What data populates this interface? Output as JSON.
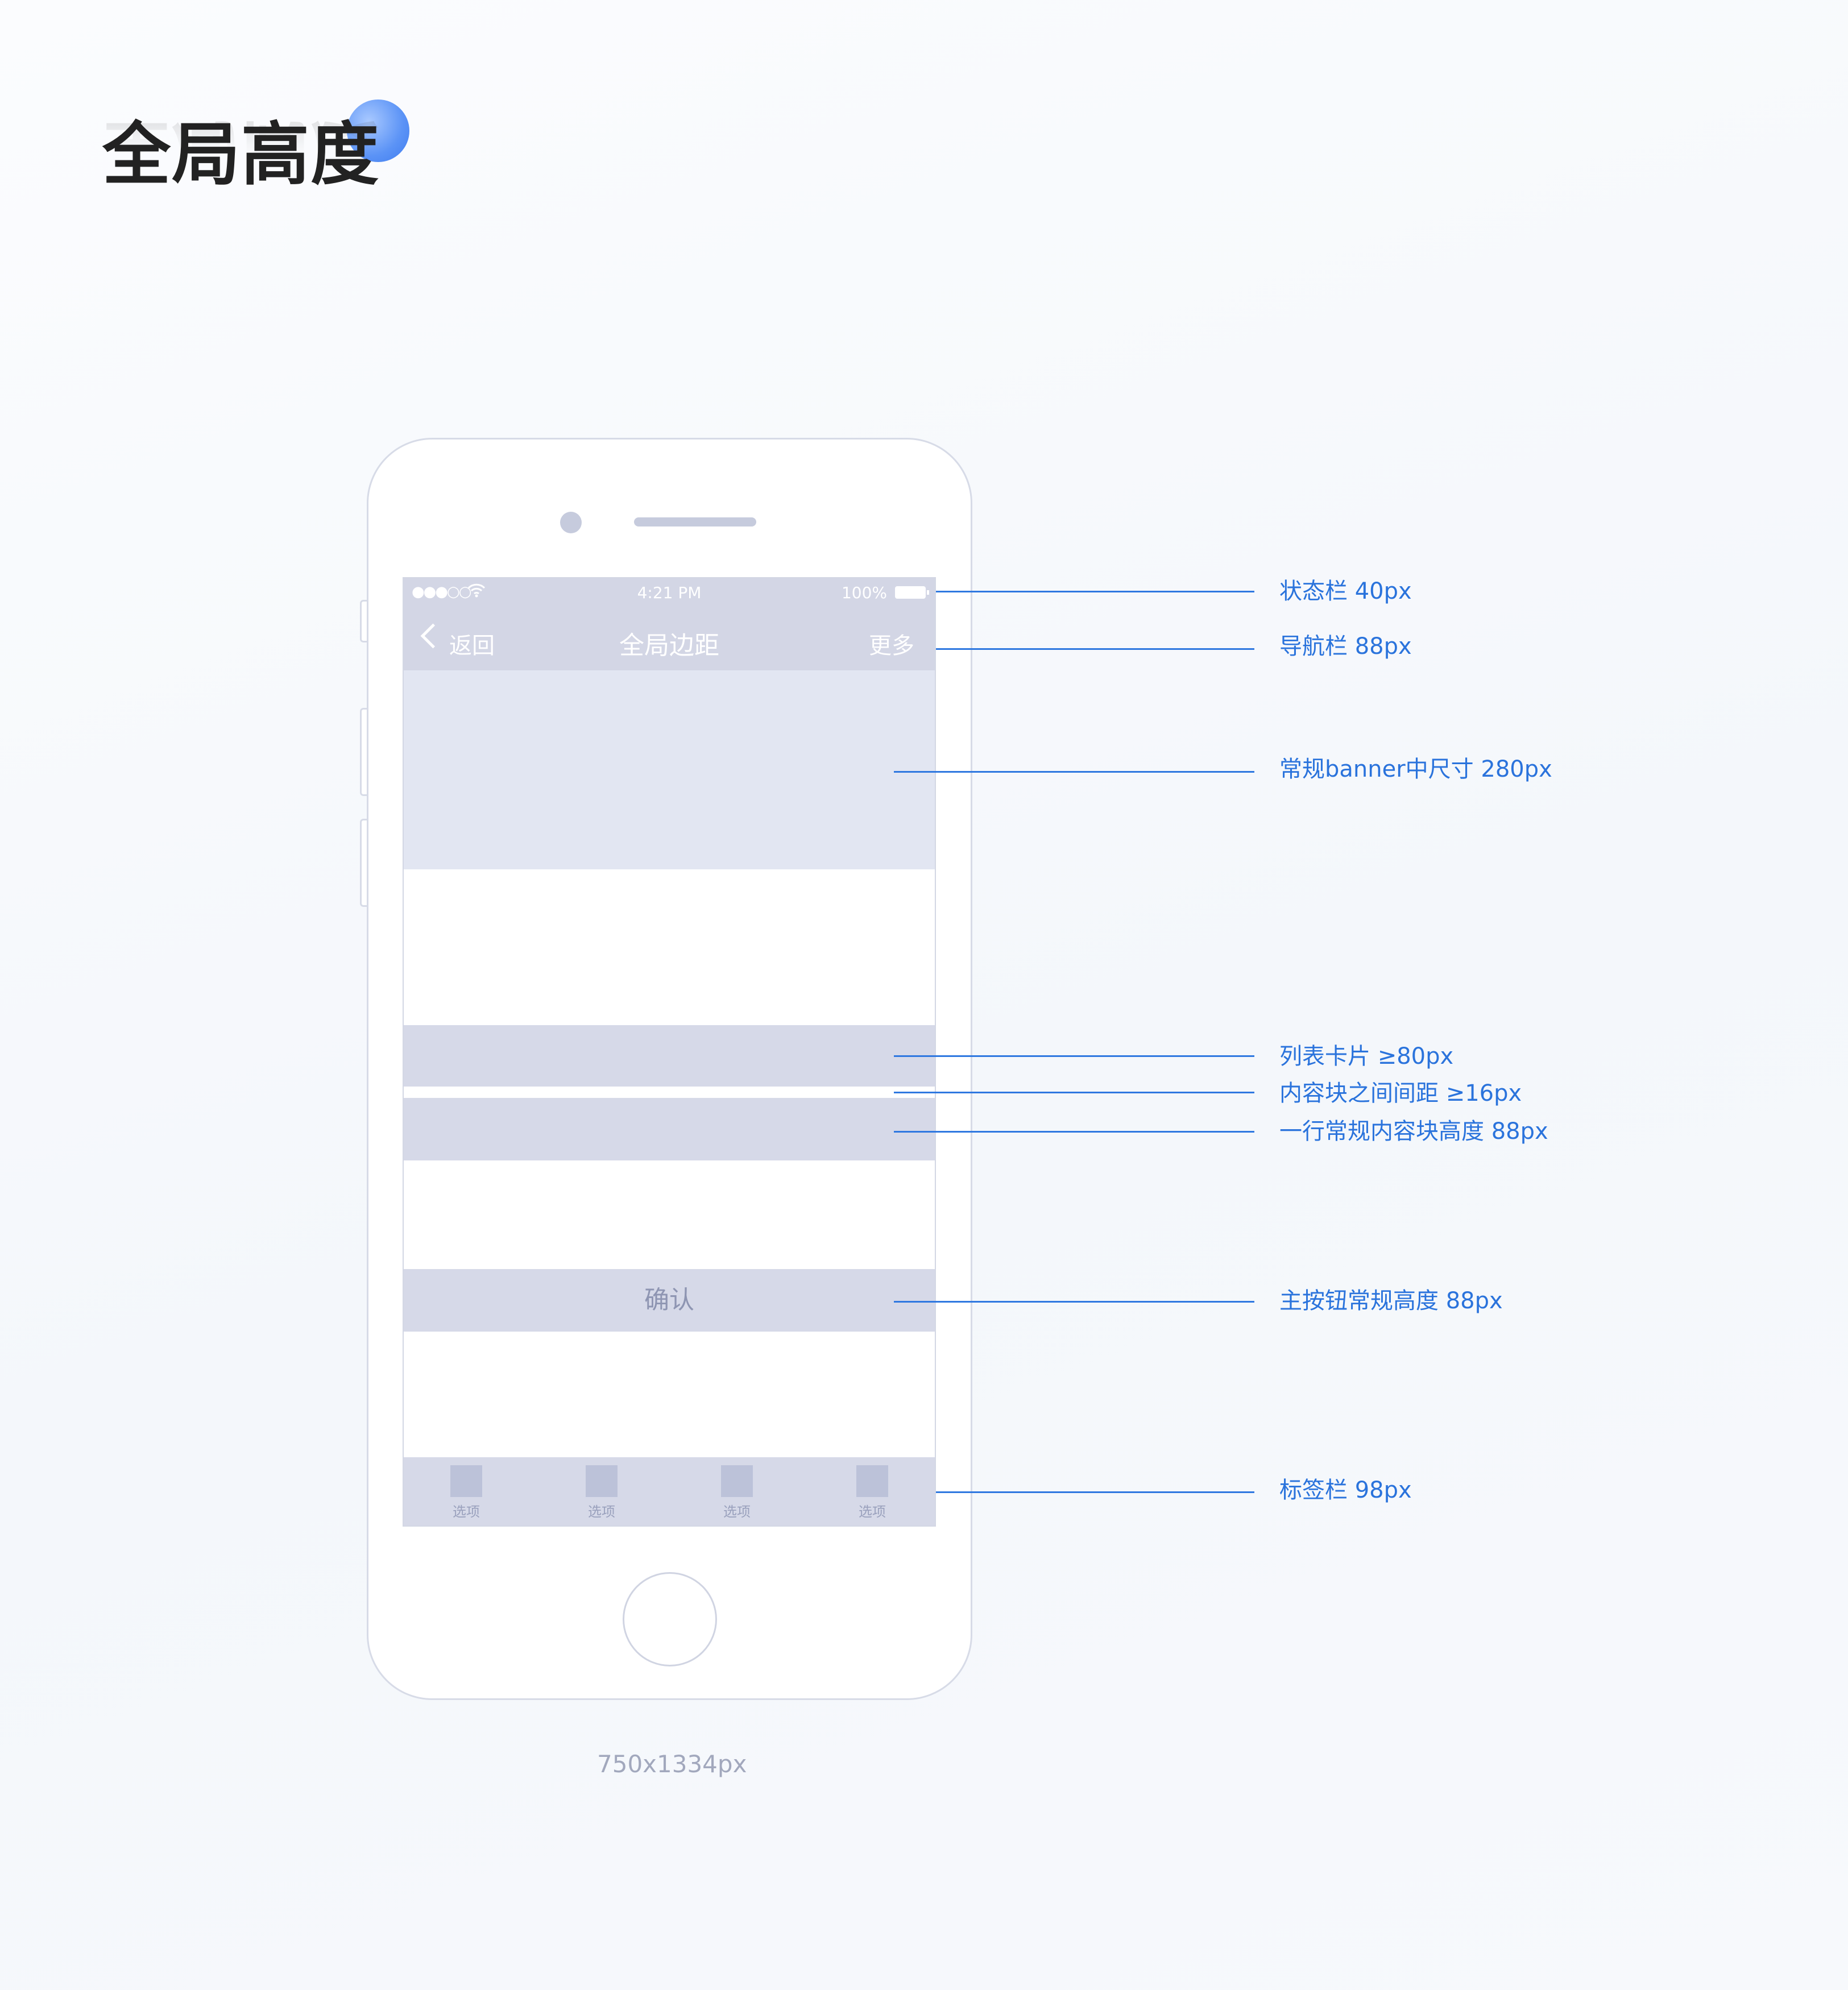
{
  "page": {
    "title": "全局高度",
    "caption": "750x1334px"
  },
  "status_bar": {
    "signal": "●●●○○",
    "time": "4:21 PM",
    "battery": "100%"
  },
  "nav_bar": {
    "back_label": "返回",
    "title": "全局边距",
    "more_label": "更多"
  },
  "primary_button": {
    "label": "确认"
  },
  "tab_bar": {
    "tabs": [
      {
        "label": "选项"
      },
      {
        "label": "选项"
      },
      {
        "label": "选项"
      },
      {
        "label": "选项"
      }
    ]
  },
  "annotations": [
    {
      "label": "状态栏 40px"
    },
    {
      "label": "导航栏 88px"
    },
    {
      "label": "常规banner中尺寸 280px"
    },
    {
      "label": "列表卡片 ≥80px"
    },
    {
      "label": "内容块之间间距 ≥16px"
    },
    {
      "label": "一行常规内容块高度 88px"
    },
    {
      "label": "主按钮常规高度 88px"
    },
    {
      "label": "标签栏 98px"
    }
  ],
  "colors": {
    "accent": "#2a73dc",
    "block": "#d6d9e8",
    "banner": "#e2e6f2"
  }
}
